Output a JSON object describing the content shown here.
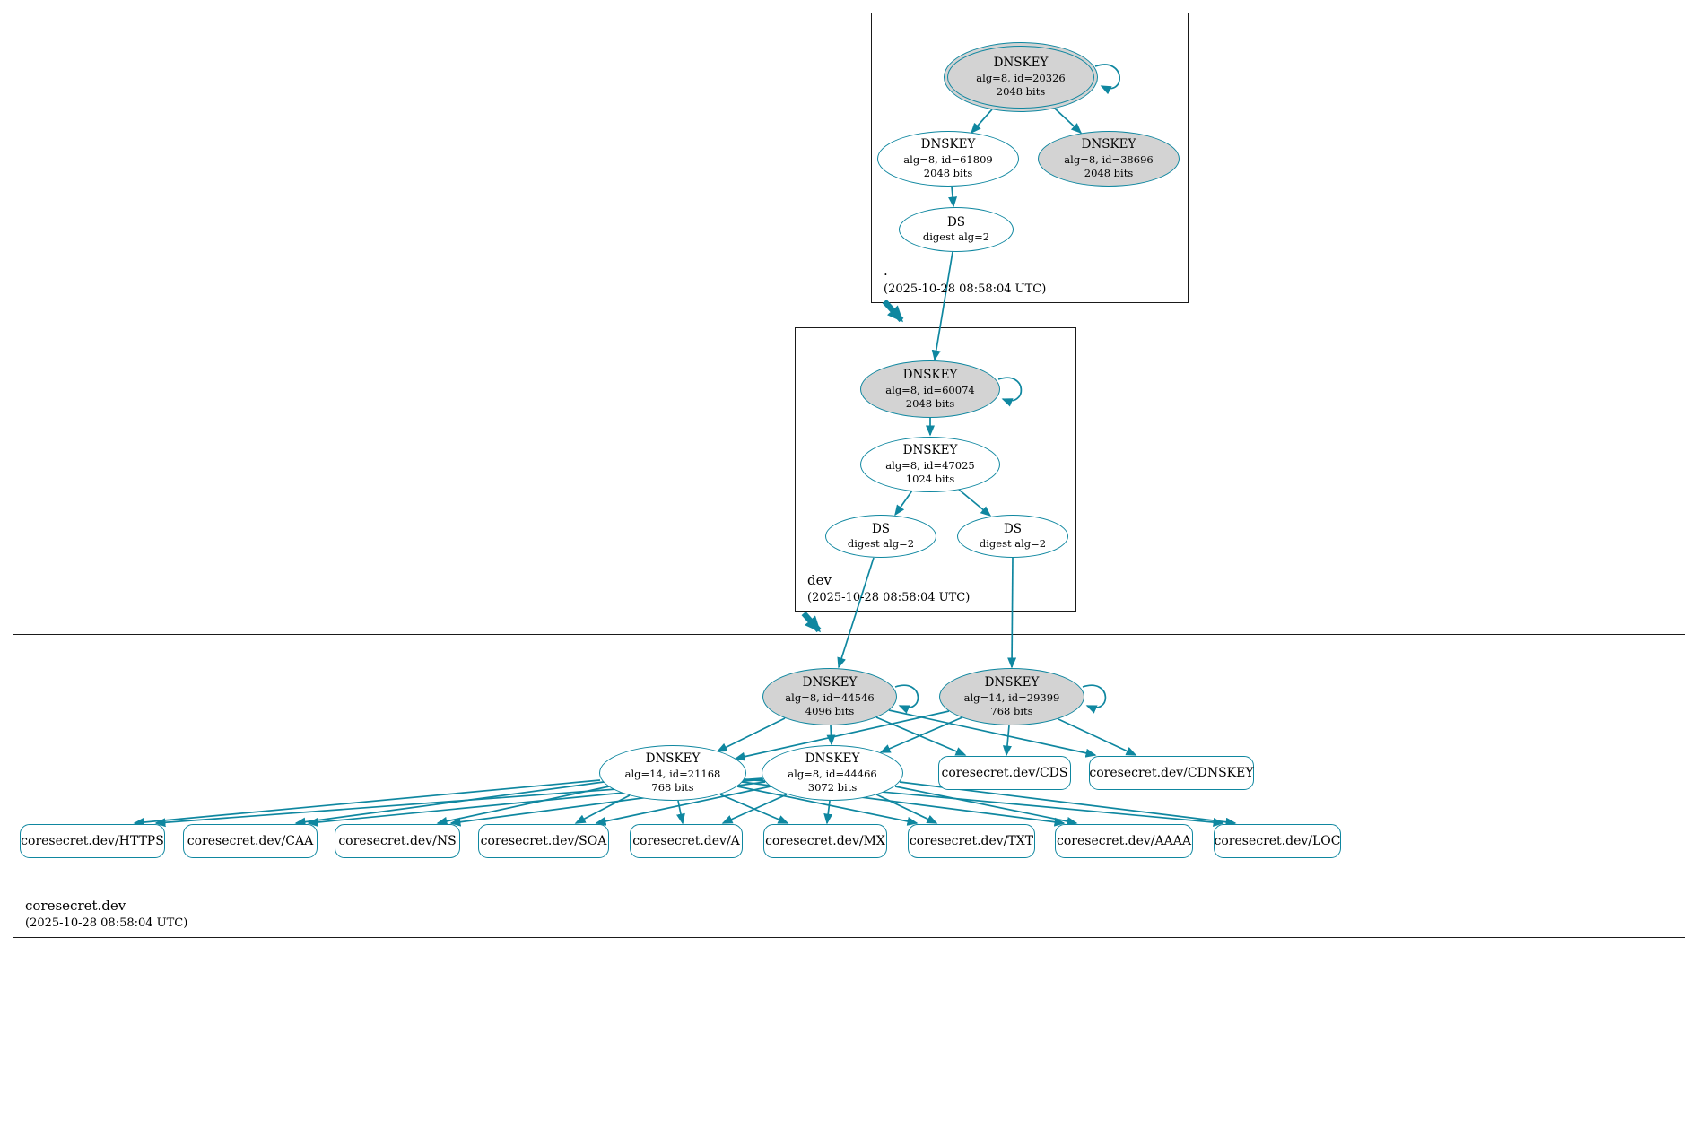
{
  "colors": {
    "edge": "#0f87a0",
    "gray_fill": "#d3d3d3",
    "node_border": "#0f87a0"
  },
  "zones": {
    "root": {
      "label": ".",
      "timestamp": "(2025-10-28 08:58:04 UTC)"
    },
    "dev": {
      "label": "dev",
      "timestamp": "(2025-10-28 08:58:04 UTC)"
    },
    "coresecret": {
      "label": "coresecret.dev",
      "timestamp": "(2025-10-28 08:58:04 UTC)"
    }
  },
  "nodes": {
    "root_ksk": {
      "title": "DNSKEY",
      "detail1": "alg=8, id=20326",
      "detail2": "2048 bits"
    },
    "root_zsk": {
      "title": "DNSKEY",
      "detail1": "alg=8, id=61809",
      "detail2": "2048 bits"
    },
    "root_key3": {
      "title": "DNSKEY",
      "detail1": "alg=8, id=38696",
      "detail2": "2048 bits"
    },
    "root_ds": {
      "title": "DS",
      "detail1": "digest alg=2"
    },
    "dev_ksk": {
      "title": "DNSKEY",
      "detail1": "alg=8, id=60074",
      "detail2": "2048 bits"
    },
    "dev_zsk": {
      "title": "DNSKEY",
      "detail1": "alg=8, id=47025",
      "detail2": "1024 bits"
    },
    "dev_ds_left": {
      "title": "DS",
      "detail1": "digest alg=2"
    },
    "dev_ds_right": {
      "title": "DS",
      "detail1": "digest alg=2"
    },
    "cs_ksk1": {
      "title": "DNSKEY",
      "detail1": "alg=8, id=44546",
      "detail2": "4096 bits"
    },
    "cs_ksk2": {
      "title": "DNSKEY",
      "detail1": "alg=14, id=29399",
      "detail2": "768 bits"
    },
    "cs_zsk1": {
      "title": "DNSKEY",
      "detail1": "alg=14, id=21168",
      "detail2": "768 bits"
    },
    "cs_zsk2": {
      "title": "DNSKEY",
      "detail1": "alg=8, id=44466",
      "detail2": "3072 bits"
    }
  },
  "rrsets": {
    "cds": "coresecret.dev/CDS",
    "cdnskey": "coresecret.dev/CDNSKEY",
    "https": "coresecret.dev/HTTPS",
    "caa": "coresecret.dev/CAA",
    "ns": "coresecret.dev/NS",
    "soa": "coresecret.dev/SOA",
    "a": "coresecret.dev/A",
    "mx": "coresecret.dev/MX",
    "txt": "coresecret.dev/TXT",
    "aaaa": "coresecret.dev/AAAA",
    "loc": "coresecret.dev/LOC"
  }
}
